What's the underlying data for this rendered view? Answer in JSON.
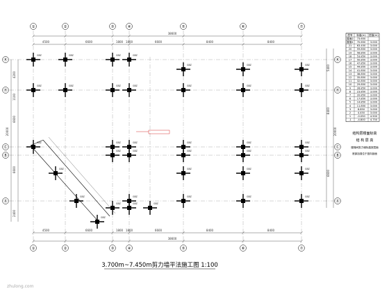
{
  "drawing": {
    "title": "3.700m~7.450m剪力墙平法施工图 1:100",
    "total_dimension": "38600",
    "top_bays": [
      "4500",
      "6600",
      "1800",
      "1800",
      "6600",
      "8400",
      "8400"
    ],
    "bottom_bays": [
      "4500",
      "6600",
      "1800",
      "1800",
      "6600",
      "8400",
      "8400"
    ],
    "right_bays": [
      "5400",
      "8400",
      "6600"
    ],
    "left_bays": [
      "4200",
      "1100",
      "6600",
      "6600",
      "2400"
    ],
    "left_total": "20000",
    "right_total": "20000",
    "axes_top": [
      "①",
      "②",
      "③",
      "④",
      "⑤",
      "⑥",
      "⑦"
    ],
    "axes_side": [
      "Ⓚ",
      "Ⓗ",
      "Ⓒ",
      "Ⓑ",
      "Ⓐ"
    ],
    "column_tag": "GBZ",
    "watermark": "zhulong.com",
    "level_table": {
      "header": [
        "层号",
        "标高(m)",
        "层高(m)"
      ],
      "rows": [
        [
          "屋面2",
          "73.650",
          ""
        ],
        [
          "屋面1",
          "70.650",
          "3.000"
        ],
        [
          "21",
          "63.450",
          "3.000"
        ],
        [
          "20",
          "59.850",
          "3.000"
        ],
        [
          "19",
          "56.850",
          "3.000"
        ],
        [
          "18",
          "53.850",
          "3.000"
        ],
        [
          "17",
          "50.850",
          "3.000"
        ],
        [
          "16",
          "47.850",
          "3.000"
        ],
        [
          "15",
          "44.850",
          "3.000"
        ],
        [
          "14",
          "41.850",
          "3.000"
        ],
        [
          "13",
          "38.850",
          "3.000"
        ],
        [
          "12",
          "35.850",
          "3.000"
        ],
        [
          "11",
          "32.850",
          "3.000"
        ],
        [
          "10",
          "29.850",
          "3.000"
        ],
        [
          "9",
          "26.850",
          "3.000"
        ],
        [
          "8",
          "23.850",
          "3.000"
        ],
        [
          "7",
          "20.850",
          "3.000"
        ],
        [
          "6",
          "17.850",
          "3.000"
        ],
        [
          "5",
          "14.850",
          "3.000"
        ],
        [
          "4",
          "11.850",
          "3.000"
        ],
        [
          "3",
          "8.850",
          "3.000"
        ],
        [
          "2",
          "4.450",
          "3.000"
        ],
        [
          "1",
          "-0.050",
          "4.500"
        ],
        [
          "-1",
          "-4.800",
          "4.750"
        ]
      ],
      "caption1": "结构层楼面标高",
      "caption2": "结 构 层 高",
      "note1": "楼梯间剪力墙标高按层面",
      "note2": "底部加强位于竖向剖面"
    }
  }
}
